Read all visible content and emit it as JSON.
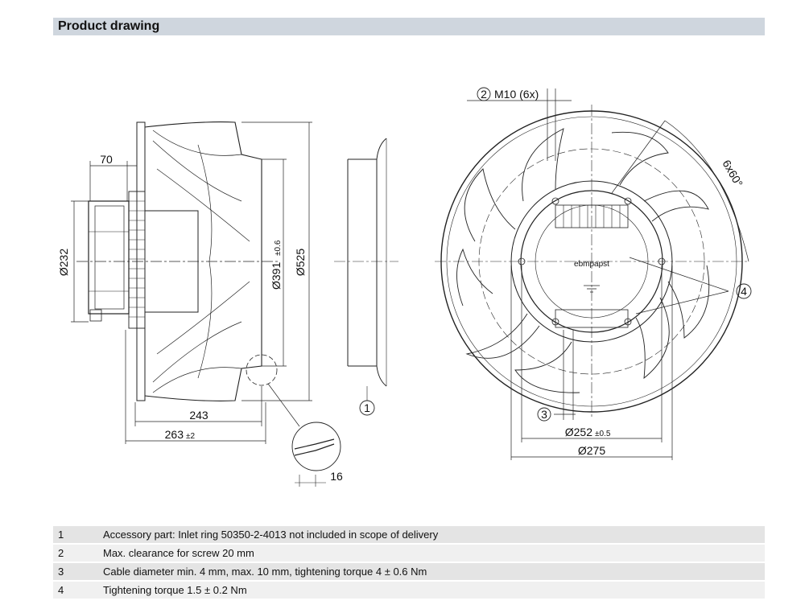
{
  "header": {
    "title": "Product drawing"
  },
  "dimensions": {
    "d70": "70",
    "d232": "Ø232",
    "d243": "243",
    "d263": "263",
    "d263_tol": "±2",
    "d391": "Ø391",
    "d391_tol": "±0.6",
    "d525": "Ø525",
    "d16": "16",
    "m10": "M10 (6x)",
    "angle": "6x60°",
    "d252": "Ø252",
    "d252_tol": "±0.5",
    "d275": "Ø275"
  },
  "callouts": {
    "c1": "1",
    "c2": "2",
    "c3": "3",
    "c4": "4"
  },
  "labels": {
    "brand": "ebmpapst"
  },
  "legend": [
    {
      "num": "1",
      "text": "Accessory part: Inlet ring 50350-2-4013 not included in scope of delivery"
    },
    {
      "num": "2",
      "text": "Max. clearance for screw 20 mm"
    },
    {
      "num": "3",
      "text": "Cable diameter min. 4 mm, max. 10 mm, tightening torque 4 ± 0.6 Nm"
    },
    {
      "num": "4",
      "text": "Tightening torque 1.5 ± 0.2 Nm"
    }
  ]
}
